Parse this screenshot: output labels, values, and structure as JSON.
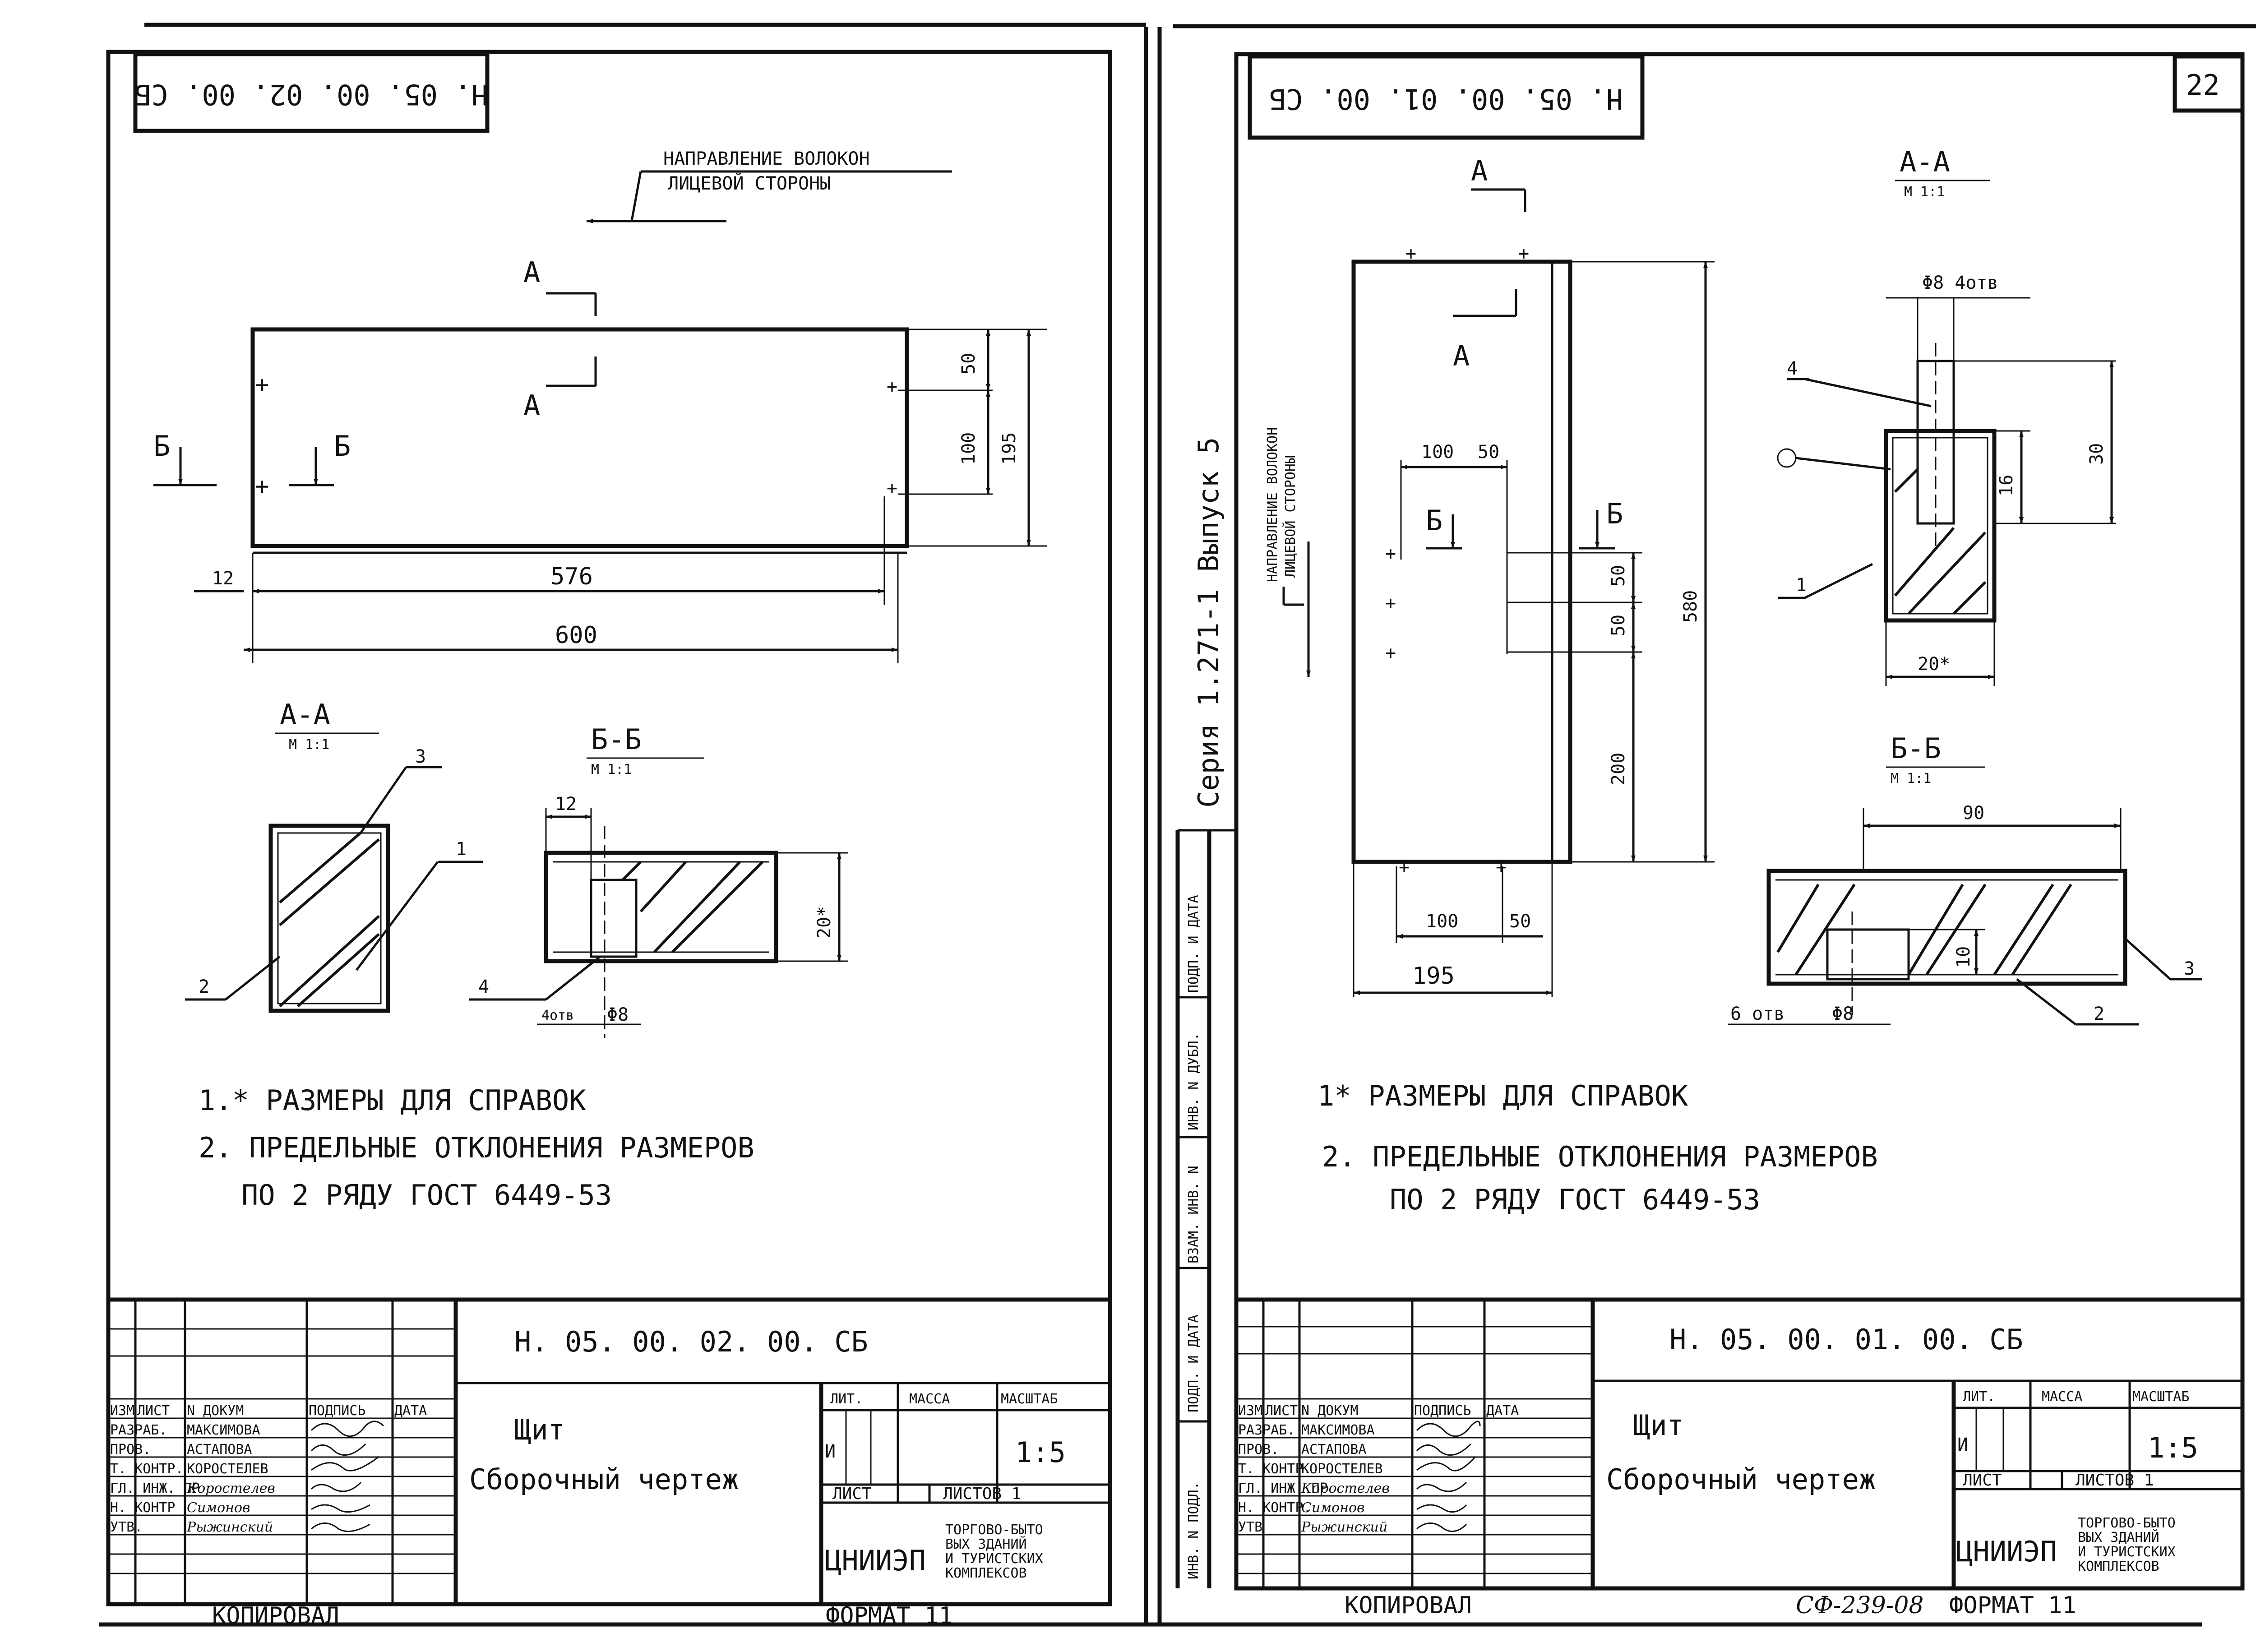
{
  "page_number": "22",
  "left_sheet": {
    "header_code_flipped": "Н. 05. 00. 02. 00. СБ",
    "fiber_note": [
      "НАПРАВЛЕНИЕ ВОЛОКОН",
      "ЛИЦЕВОЙ СТОРОНЫ"
    ],
    "section_marks": {
      "a": "А",
      "b": "Б"
    },
    "dims": {
      "d50": "50",
      "d100": "100",
      "d195": "195",
      "d12": "12",
      "d576": "576",
      "d600": "600"
    },
    "section_aa": {
      "title": "А-А",
      "scale": "М 1:1",
      "labels": [
        "3",
        "1",
        "2"
      ]
    },
    "section_bb": {
      "title": "Б-Б",
      "scale": "М 1:1",
      "dim12": "12",
      "dim20": "20*",
      "label4": "4",
      "holes": "4отв",
      "dia": "Φ8"
    },
    "notes": [
      "1.* РАЗМЕРЫ ДЛЯ СПРАВОК",
      "2. ПРЕДЕЛЬНЫЕ ОТКЛОНЕНИЯ РАЗМЕРОВ",
      "ПО 2 РЯДУ ГОСТ 6449-53"
    ],
    "title_block": {
      "doc_code": "Н. 05. 00. 02. 00. СБ",
      "name": "Щит",
      "subtitle": "Сборочный чертеж",
      "col_heads": [
        "ИЗМ",
        "ЛИСТ",
        "N ДОКУМ",
        "ПОДПИСЬ",
        "ДАТА"
      ],
      "roles": [
        "РАЗРАБ.",
        "ПРОВ.",
        "Т. КОНТР.",
        "ГЛ. ИНЖ. ПР",
        "Н. КОНТР",
        "УТВ."
      ],
      "people": [
        "МАКСИМОВА",
        "АСТАПОВА",
        "КОРОСТЕЛЕВ",
        "Коростелев",
        "Симонов",
        "Рыжинский"
      ],
      "lit": "ЛИТ.",
      "mass": "МАССА",
      "scale_label": "МАСШТАБ",
      "lit_value": "И",
      "scale": "1:5",
      "sheet": "ЛИСТ",
      "sheets": "ЛИСТОВ 1",
      "org_logo": "ЦНИИЭП",
      "org": [
        "ТОРГОВО-БЫТО",
        "ВЫХ ЗДАНИЙ",
        "И ТУРИСТСКИХ",
        "КОМПЛЕКСОВ"
      ]
    },
    "footer_copied": "КОПИРОВАЛ",
    "footer_format": "ФОРМАТ 11"
  },
  "right_sheet": {
    "header_code_flipped": "Н. 05. 00. 01. 00. СБ",
    "series": "Серия 1.271-1 Выпуск 5",
    "fiber_note": [
      "НАПРАВЛЕНИЕ ВОЛОКОН",
      "ЛИЦЕВОЙ СТОРОНЫ"
    ],
    "section_marks": {
      "a": "А",
      "b": "Б"
    },
    "dims": {
      "d100": "100",
      "d50": "50",
      "d580": "580",
      "d200": "200",
      "b100": "100",
      "b50": "50",
      "d195": "195"
    },
    "section_aa": {
      "title": "А-А",
      "scale": "М 1:1",
      "holes_note": "Φ8 4отв",
      "dim30": "30",
      "dim16": "16",
      "dim20": "20*",
      "labels": [
        "4",
        "1"
      ]
    },
    "section_bb": {
      "title": "Б-Б",
      "scale": "М 1:1",
      "dim90": "90",
      "dim10": "10",
      "holes": "6 отв",
      "dia": "Φ8",
      "labels": [
        "3",
        "2"
      ]
    },
    "notes": [
      "1* РАЗМЕРЫ ДЛЯ СПРАВОК",
      "2. ПРЕДЕЛЬНЫЕ ОТКЛОНЕНИЯ РАЗМЕРОВ",
      "ПО 2 РЯДУ ГОСТ 6449-53"
    ],
    "side_stamp": [
      "ИНВ. N ПОДЛ.",
      "ПОДП. И ДАТА",
      "ВЗАМ. ИНВ. N",
      "ИНВ. N ДУБЛ.",
      "ПОДП. И ДАТА"
    ],
    "title_block": {
      "doc_code": "Н. 05. 00. 01. 00. СБ",
      "name": "Щит",
      "subtitle": "Сборочный чертеж",
      "col_heads": [
        "ИЗМ",
        "ЛИСТ",
        "N ДОКУМ",
        "ПОДПИСЬ",
        "ДАТА"
      ],
      "roles": [
        "РАЗРАБ.",
        "ПРОВ.",
        "Т. КОНТР.",
        "ГЛ. ИНЖ. ПР",
        "Н. КОНТР.",
        "УТВ"
      ],
      "people": [
        "МАКСИМОВА",
        "АСТАПОВА",
        "КОРОСТЕЛЕВ",
        "Коростелев",
        "Симонов",
        "Рыжинский"
      ],
      "lit": "ЛИТ.",
      "mass": "МАССА",
      "scale_label": "МАСШТАБ",
      "lit_value": "И",
      "scale": "1:5",
      "sheet": "ЛИСТ",
      "sheets": "ЛИСТОВ 1",
      "org_logo": "ЦНИИЭП",
      "org": [
        "ТОРГОВО-БЫТО",
        "ВЫХ ЗДАНИЙ",
        "И ТУРИСТСКИХ",
        "КОМПЛЕКСОВ"
      ]
    },
    "footer_copied": "КОПИРОВАЛ",
    "footer_code": "СФ-239-08",
    "footer_format": "ФОРМАТ 11"
  }
}
